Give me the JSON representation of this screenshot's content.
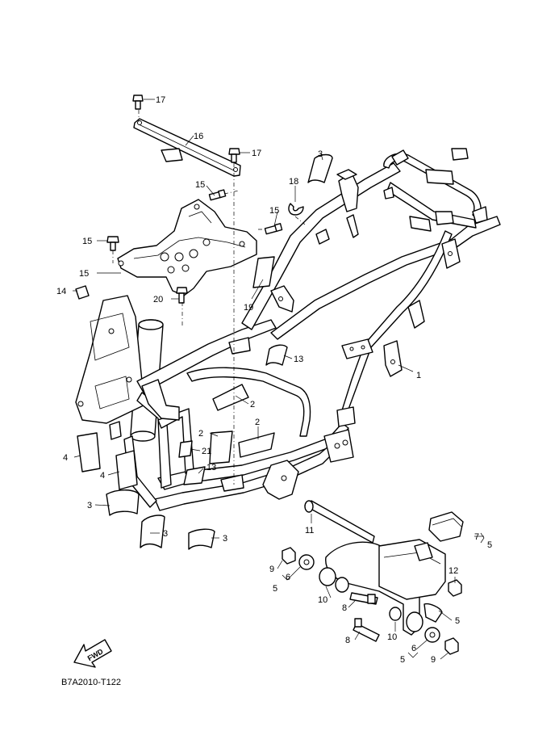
{
  "diagram": {
    "code": "B7A2010-T122",
    "fwd_label": "FWD",
    "callouts": [
      {
        "id": "c17a",
        "text": "17"
      },
      {
        "id": "c16",
        "text": "16"
      },
      {
        "id": "c17b",
        "text": "17"
      },
      {
        "id": "c3top",
        "text": "3"
      },
      {
        "id": "c18",
        "text": "18"
      },
      {
        "id": "c15a",
        "text": "15"
      },
      {
        "id": "c15b",
        "text": "15"
      },
      {
        "id": "c15c",
        "text": "15"
      },
      {
        "id": "c15d",
        "text": "15"
      },
      {
        "id": "c14",
        "text": "14"
      },
      {
        "id": "c20",
        "text": "20"
      },
      {
        "id": "c19",
        "text": "19"
      },
      {
        "id": "c13a",
        "text": "13"
      },
      {
        "id": "c1",
        "text": "1"
      },
      {
        "id": "c2a",
        "text": "2"
      },
      {
        "id": "c2b",
        "text": "2"
      },
      {
        "id": "c2c",
        "text": "2"
      },
      {
        "id": "c21",
        "text": "21"
      },
      {
        "id": "c4a",
        "text": "4"
      },
      {
        "id": "c4b",
        "text": "4"
      },
      {
        "id": "c13b",
        "text": "13"
      },
      {
        "id": "c3a",
        "text": "3"
      },
      {
        "id": "c3b",
        "text": "3"
      },
      {
        "id": "c3c",
        "text": "3"
      },
      {
        "id": "c11",
        "text": "11"
      },
      {
        "id": "c7",
        "text": "7"
      },
      {
        "id": "c5a",
        "text": "5"
      },
      {
        "id": "c9a",
        "text": "9"
      },
      {
        "id": "c6a",
        "text": "6"
      },
      {
        "id": "c5b",
        "text": "5"
      },
      {
        "id": "c12",
        "text": "12"
      },
      {
        "id": "c10a",
        "text": "10"
      },
      {
        "id": "c8a",
        "text": "8"
      },
      {
        "id": "c5c",
        "text": "5"
      },
      {
        "id": "c8b",
        "text": "8"
      },
      {
        "id": "c10b",
        "text": "10"
      },
      {
        "id": "c6b",
        "text": "6"
      },
      {
        "id": "c5d",
        "text": "5"
      },
      {
        "id": "c9b",
        "text": "9"
      }
    ]
  }
}
